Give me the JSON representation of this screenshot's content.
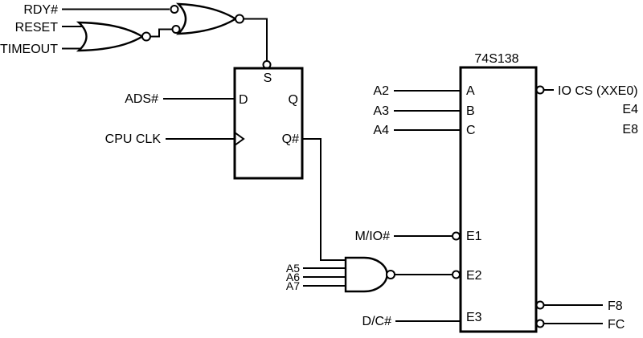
{
  "colors": {
    "ink": "#000000",
    "background": "#ffffff"
  },
  "reset_logic": {
    "rdy_label": "RDY#",
    "reset_label": "RESET",
    "timeout_label": "TIMEOUT"
  },
  "flip_flop": {
    "ads_label": "ADS#",
    "cpu_clk_label": "CPU CLK",
    "pin_s": "S",
    "pin_d": "D",
    "pin_q": "Q",
    "pin_qn": "Q#"
  },
  "nand": {
    "a5_label": "A5",
    "a6_label": "A6",
    "a7_label": "A7"
  },
  "decoder": {
    "part": "74S138",
    "a2_label": "A2",
    "a3_label": "A3",
    "a4_label": "A4",
    "pin_a": "A",
    "pin_b": "B",
    "pin_c": "C",
    "mio_label": "M/IO#",
    "pin_e1": "E1",
    "pin_e2": "E2",
    "dc_label": "D/C#",
    "pin_e3": "E3",
    "out_io_cs": "IO CS (XXE0)",
    "out_e4": "E4",
    "out_e8": "E8",
    "out_f8": "F8",
    "out_fc": "FC"
  }
}
